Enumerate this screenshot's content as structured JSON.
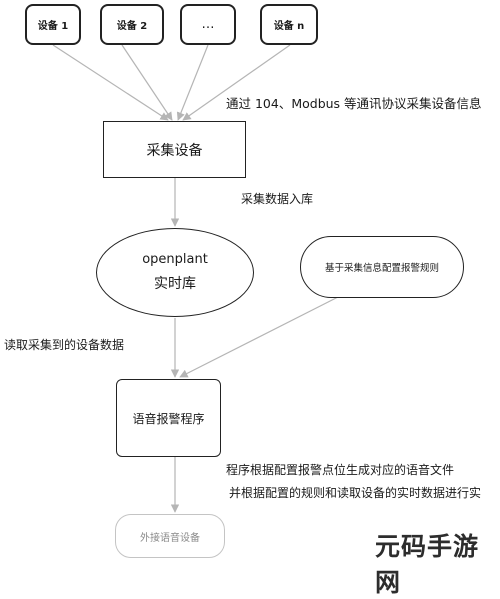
{
  "devices": [
    {
      "label": "设备 1"
    },
    {
      "label": "设备 2"
    },
    {
      "label": "…"
    },
    {
      "label": "设备 n"
    }
  ],
  "collect_node": {
    "label": "采集设备"
  },
  "db_node": {
    "line1": "openplant",
    "line2": "实时库"
  },
  "rule_node": {
    "label": "基于采集信息配置报警规则"
  },
  "alarm_node": {
    "label": "语音报警程序"
  },
  "voice_node": {
    "label": "外接语音设备"
  },
  "edge_labels": {
    "protocol": "通过 104、Modbus 等通讯协议采集设备信息",
    "store": "采集数据入库",
    "read": "读取采集到的设备数据",
    "gen_line1": "程序根据配置报警点位生成对应的语音文件",
    "gen_line2": "并根据配置的规则和读取设备的实时数据进行实"
  },
  "watermark": "元码手游网",
  "colors": {
    "arrow": "#b5b5b5",
    "border": "#222222"
  }
}
